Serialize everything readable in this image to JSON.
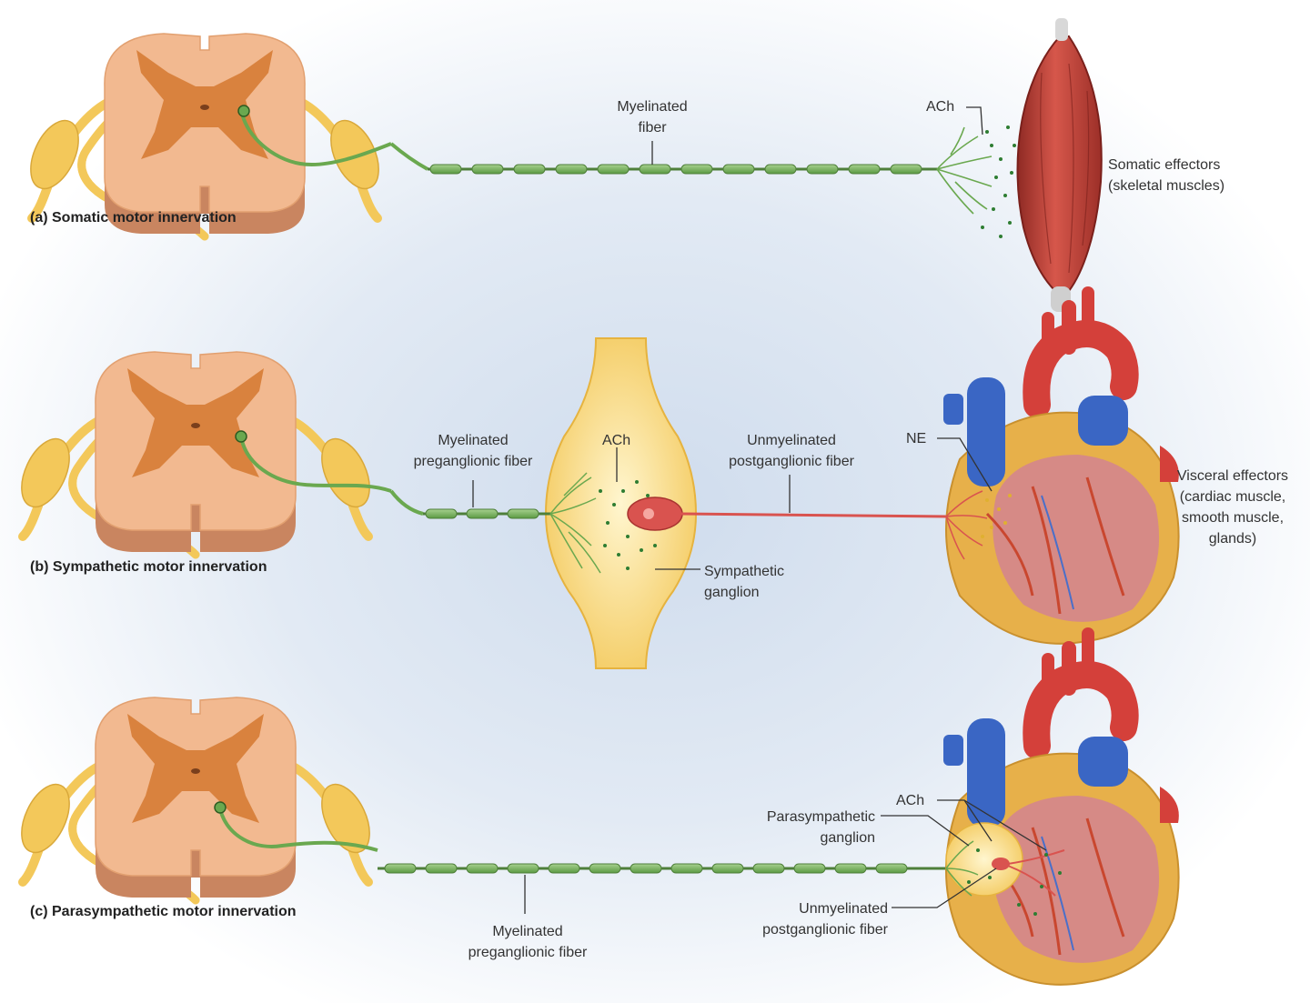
{
  "panels": {
    "a": {
      "caption": "(a) Somatic motor innervation",
      "fiber_label_1": "Myelinated",
      "fiber_label_2": "fiber",
      "nt_label": "ACh",
      "effector_1": "Somatic effectors",
      "effector_2": "(skeletal muscles)"
    },
    "b": {
      "caption": "(b) Sympathetic motor innervation",
      "pre_label_1": "Myelinated",
      "pre_label_2": "preganglionic fiber",
      "ganglion_nt": "ACh",
      "post_label_1": "Unmyelinated",
      "post_label_2": "postganglionic fiber",
      "effector_nt": "NE",
      "ganglion_1": "Sympathetic",
      "ganglion_2": "ganglion",
      "effector_1": "Visceral effectors",
      "effector_2": "(cardiac muscle,",
      "effector_3": "smooth muscle,",
      "effector_4": "glands)"
    },
    "c": {
      "caption": "(c) Parasympathetic motor innervation",
      "nt_label": "ACh",
      "ganglion_1": "Parasympathetic",
      "ganglion_2": "ganglion",
      "post_1": "Unmyelinated",
      "post_2": "postganglionic fiber",
      "pre_1": "Myelinated",
      "pre_2": "preganglionic fiber"
    }
  },
  "colors": {
    "nerve_yellow": "#f3c85a",
    "cord_white_matter": "#f2b990",
    "cord_gray_matter": "#d9823e",
    "fiber_green": "#6aa84f",
    "postganglionic_red": "#d9534f",
    "muscle_red": "#c0423a",
    "heart_red": "#d4403a",
    "vein_blue": "#3a66c4"
  }
}
